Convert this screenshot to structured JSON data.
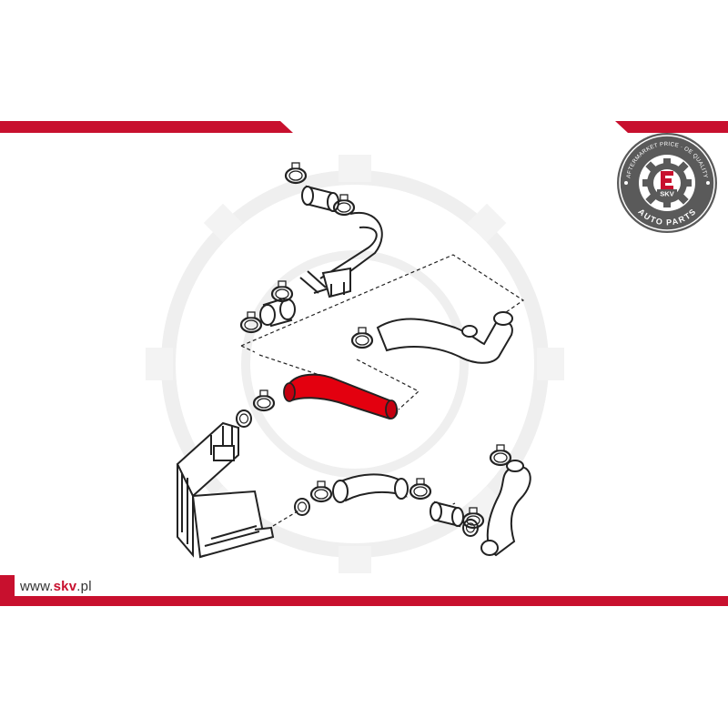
{
  "footer": {
    "url_prefix": "www.",
    "url_brand": "skv",
    "url_suffix": ".pl"
  },
  "logo": {
    "ring_text_top": "AFTERMARKET PRICE · OE QUALITY",
    "ring_text_bottom": "AUTO PARTS",
    "center_text": "SKV"
  },
  "diagram": {
    "highlighted_part": "intercooler-hose",
    "icons": [
      "gear-watermark-icon",
      "hose-clamp-icon",
      "intercooler-icon"
    ]
  },
  "colors": {
    "accent": "#c8102e",
    "highlight": "#e3000f",
    "line": "#222222",
    "watermark": "#f1f1f1",
    "logo_gray": "#5a5a5a"
  }
}
